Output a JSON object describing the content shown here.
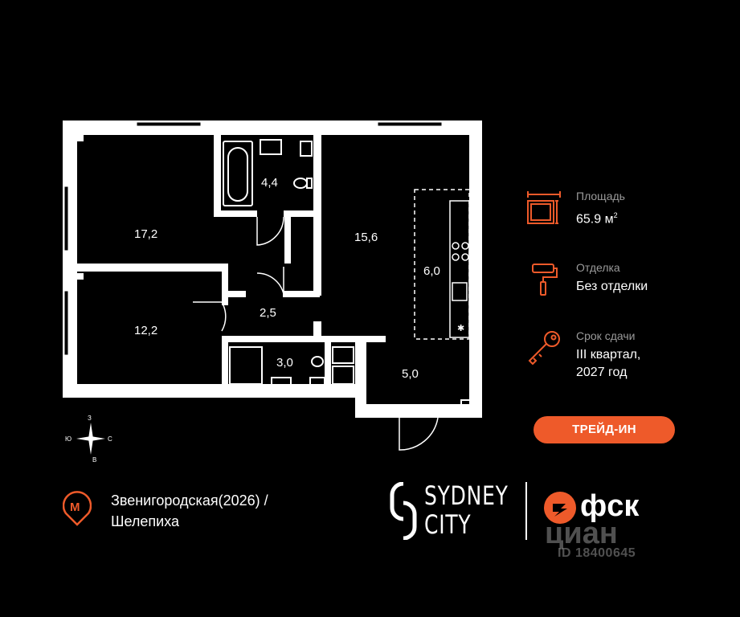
{
  "rooms": [
    {
      "id": "room-17-2",
      "label": "17,2"
    },
    {
      "id": "room-12-2",
      "label": "12,2"
    },
    {
      "id": "room-15-6",
      "label": "15,6"
    },
    {
      "id": "room-6-0",
      "label": "6,0"
    },
    {
      "id": "room-4-4",
      "label": "4,4"
    },
    {
      "id": "room-2-5",
      "label": "2,5"
    },
    {
      "id": "room-3-0",
      "label": "3,0"
    },
    {
      "id": "room-5-0",
      "label": "5,0"
    }
  ],
  "info": {
    "area": {
      "caption": "Площадь",
      "value": "65.9 м",
      "unit_sup": "2",
      "icon": "floor-plan-icon"
    },
    "finish": {
      "caption": "Отделка",
      "value": "Без отделки",
      "icon": "paint-roller-icon"
    },
    "deadline": {
      "caption": "Срок сдачи",
      "value_line1": "III квартал,",
      "value_line2": "2027 год",
      "icon": "key-icon"
    }
  },
  "trade_in": {
    "label": "ТРЕЙД-ИН"
  },
  "compass": {
    "n": "З",
    "e": "С",
    "s": "В",
    "w": "Ю"
  },
  "metro": {
    "line1": "Звенигородская(2026) /",
    "line2": "Шелепиха",
    "icon": "metro-icon",
    "letter": "М"
  },
  "logos": {
    "sydney_line1": "SYDNEY",
    "sydney_line2": "CITY",
    "fsk": "фск",
    "cian": "циан",
    "cian_id": "ID 18400645"
  },
  "colors": {
    "accent": "#ee5a2a",
    "background": "#000000",
    "walls": "#ffffff",
    "caption": "#9a9a9a"
  }
}
